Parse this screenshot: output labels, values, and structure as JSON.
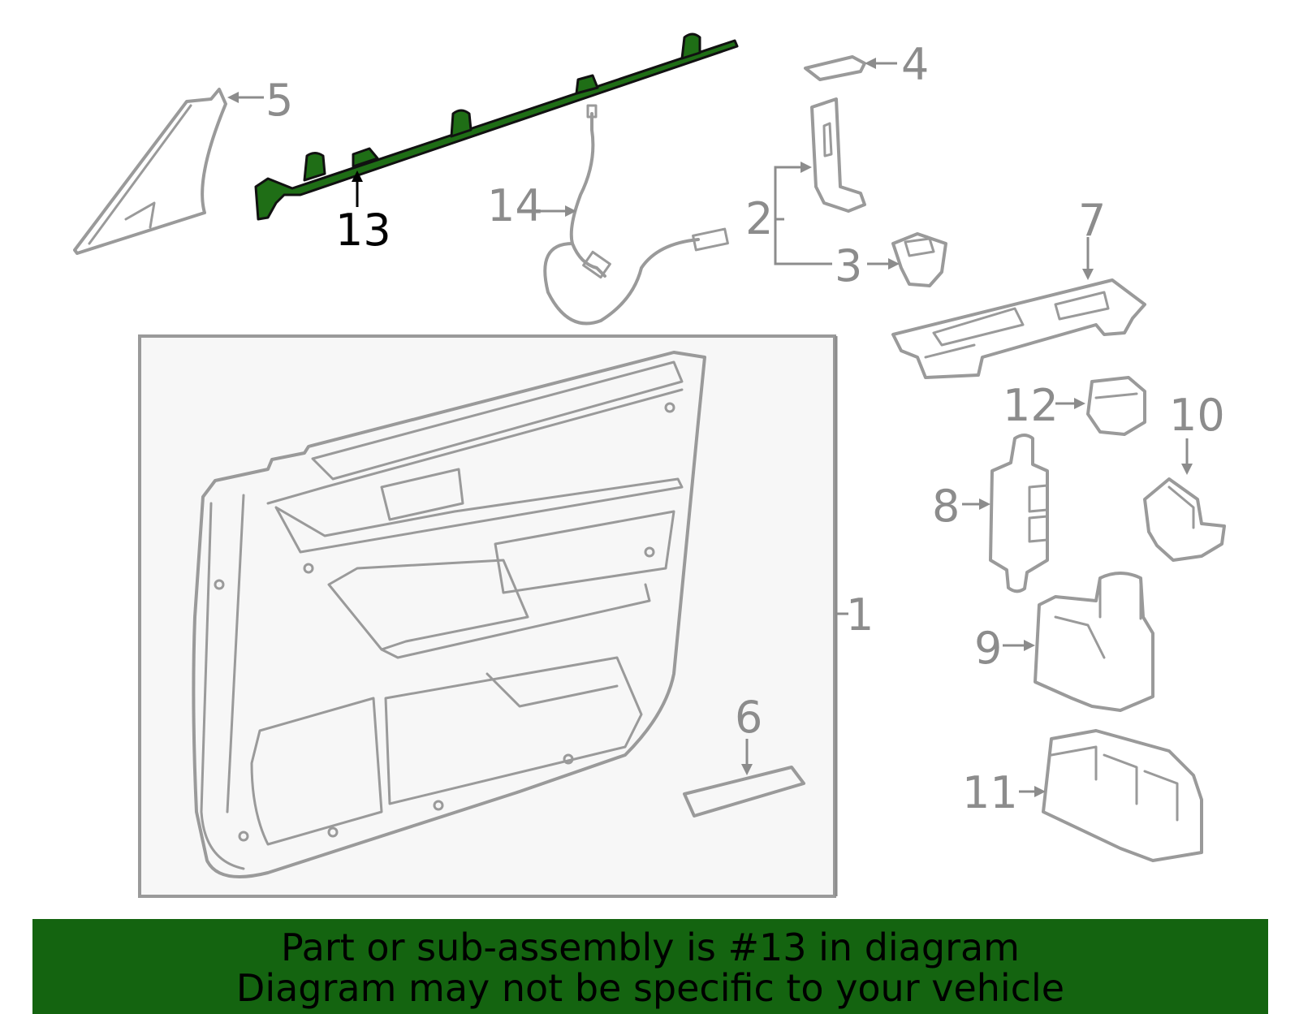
{
  "diagram": {
    "highlight_color": "#1f6e16",
    "callouts": [
      {
        "id": "1",
        "label": "1"
      },
      {
        "id": "2",
        "label": "2"
      },
      {
        "id": "3",
        "label": "3"
      },
      {
        "id": "4",
        "label": "4"
      },
      {
        "id": "5",
        "label": "5"
      },
      {
        "id": "6",
        "label": "6"
      },
      {
        "id": "7",
        "label": "7"
      },
      {
        "id": "8",
        "label": "8"
      },
      {
        "id": "9",
        "label": "9"
      },
      {
        "id": "10",
        "label": "10"
      },
      {
        "id": "11",
        "label": "11"
      },
      {
        "id": "12",
        "label": "12"
      },
      {
        "id": "13",
        "label": "13",
        "highlighted": true
      },
      {
        "id": "14",
        "label": "14"
      }
    ]
  },
  "banner": {
    "line1": "Part or sub-assembly is #13 in diagram",
    "line2": "Diagram may not be specific to your vehicle",
    "background": "#146410"
  }
}
